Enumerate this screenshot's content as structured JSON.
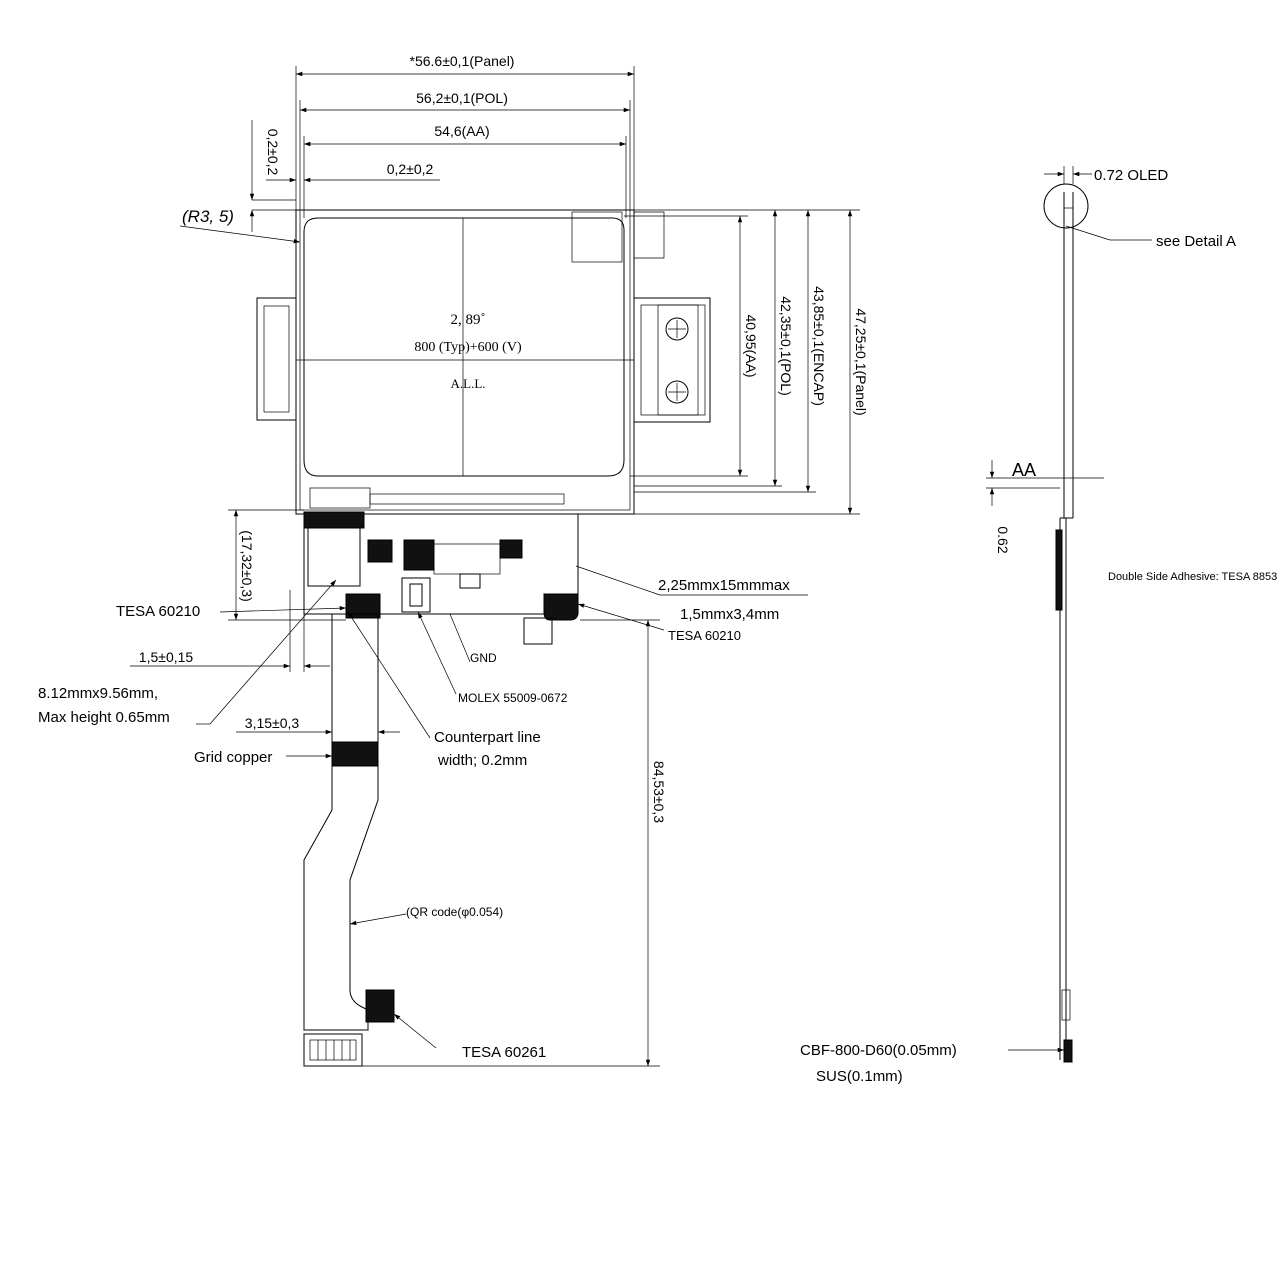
{
  "front_view": {
    "dims": {
      "panel_width": "*56.6±0,1(Panel)",
      "pol_width": "56,2±0,1(POL)",
      "aa_width": "54,6(AA)",
      "offset_x": "0,2±0,2",
      "offset_left": "0,2±0,2",
      "corner_radius": "(R3, 5)",
      "aa_height": "40,95(AA)",
      "pol_height": "42,35±0,1(POL)",
      "encap_height": "43,85±0,1(ENCAP)",
      "panel_height": "47,25±0,1(Panel)",
      "fpc_bend": "(17,32±0,3)",
      "fpc_offset": "1,5±0,15",
      "fpc_width": "3,15±0,3",
      "fpc_length": "84,53±0,3"
    },
    "screen_text": {
      "size": "2, 89˚",
      "resolution": "800 (Typ)+600 (V)",
      "label": "A.L.L."
    },
    "callouts": {
      "tesa_left": "TESA 60210",
      "tesa_right": "TESA 60210",
      "stiffener": "2,25mmx15mmmax",
      "pad": "1,5mmx3,4mm",
      "gnd": "GND",
      "molex": "MOLEX 55009-0672",
      "chip_size": "8.12mmx9.56mm,",
      "chip_height": "Max height 0.65mm",
      "counterpart_1": "Counterpart line",
      "counterpart_2": "width;  0.2mm",
      "grid_copper": "Grid copper",
      "qr_code": "(QR code(φ0.054)",
      "tesa_bottom": "TESA 60261"
    }
  },
  "side_view": {
    "oled_thickness": "0.72 OLED",
    "detail": "see Detail A",
    "aa_label": "AA",
    "fpc_thickness": "0.62",
    "adhesive": "Double Side Adhesive:  TESA 8853",
    "cbf": "CBF-800-D60(0.05mm)",
    "sus": "SUS(0.1mm)"
  }
}
